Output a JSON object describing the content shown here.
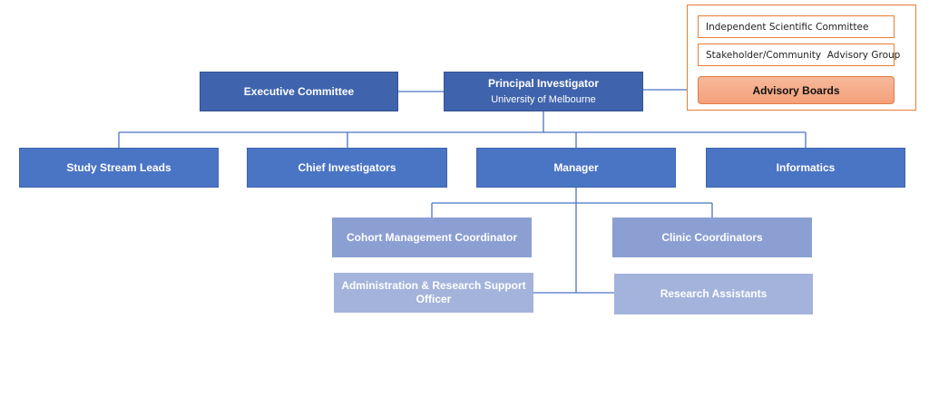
{
  "chart": {
    "principal": {
      "title": "Principal Investigator",
      "subtitle": "University of Melbourne"
    },
    "executive": "Executive Committee",
    "advisory": {
      "items": [
        "Independent Scientific Committee",
        "Stakeholder/Community  Advisory Group"
      ],
      "boards_label": "Advisory Boards"
    },
    "level2": [
      "Study Stream Leads",
      "Chief Investigators",
      "Manager",
      "Informatics"
    ],
    "staff": [
      "Cohort Management Coordinator",
      "Clinic Coordinators",
      "Administration & Research Support Officer",
      "Research Assistants"
    ]
  },
  "colors": {
    "dark_box": "#3f63ad",
    "mid_box": "#4a74c4",
    "light_box": "#8b9fd3",
    "lighter_box": "#a3b3dc",
    "advisory_border": "#ed7d31",
    "advisory_fill": "#f4a07a",
    "connector": "#4a74c4"
  }
}
